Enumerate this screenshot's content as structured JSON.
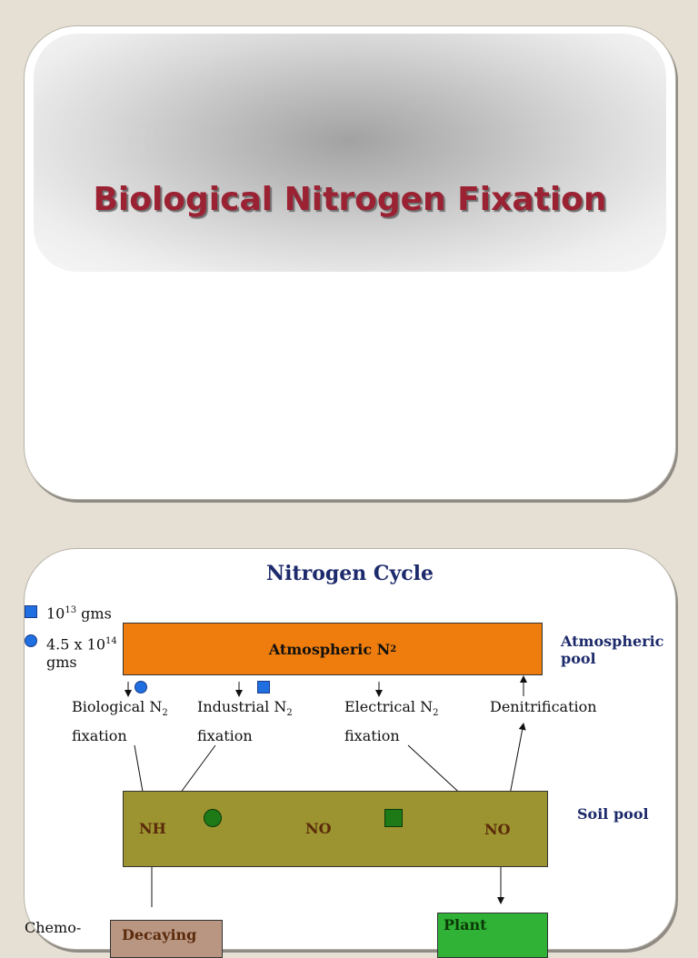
{
  "slide1": {
    "title": "Biological Nitrogen Fixation"
  },
  "slide2": {
    "title": "Nitrogen Cycle",
    "legend": {
      "square_value": "10",
      "square_exp": "13",
      "square_unit": " gms",
      "circle_value": "4.5 x 10",
      "circle_exp": "14",
      "circle_unit": "gms"
    },
    "atmospheric": {
      "label": "Atmospheric N",
      "sub": "2",
      "pool_line1": "Atmospheric",
      "pool_line2": "pool"
    },
    "processes": {
      "biological_line1": "Biological N",
      "biological_sub": "2",
      "biological_line2": "fixation",
      "industrial_line1": "Industrial N",
      "industrial_sub": "2",
      "industrial_line2": "fixation",
      "electrical_line1": "Electrical N",
      "electrical_sub": "2",
      "electrical_line2": "fixation",
      "denitrification": "Denitrification"
    },
    "soil": {
      "nh": "NH",
      "no_mid": "NO",
      "no_right": "NO",
      "pool": "Soil pool"
    },
    "bottom": {
      "chemo": "Chemo-",
      "decaying": "Decaying",
      "plant": "Plant"
    },
    "colors": {
      "atmospheric_box": "#ee7d0d",
      "soil_box": "#9c9431",
      "plant_box": "#2fb236",
      "decaying_box": "#b89682",
      "legend_blue": "#1f6fe0",
      "marker_green": "#1d7a17"
    }
  }
}
